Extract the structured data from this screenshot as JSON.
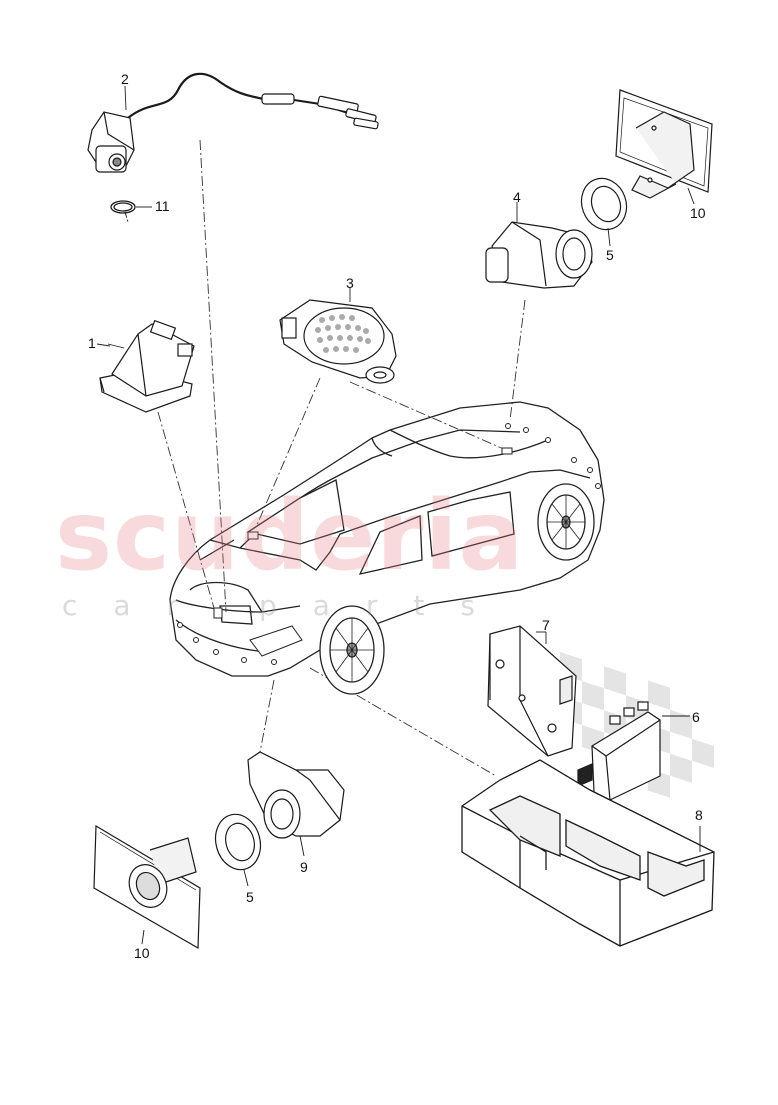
{
  "watermark": {
    "brand": "scuderia",
    "sub": "car parts"
  },
  "callouts": {
    "c1": "1",
    "c2": "2",
    "c3": "3",
    "c4": "4",
    "c5a": "5",
    "c5b": "5",
    "c6": "6",
    "c7": "7",
    "c8": "8",
    "c9": "9",
    "c10a": "10",
    "c10b": "10",
    "c11": "11"
  },
  "colors": {
    "line": "#1a1a1a",
    "fill": "#ffffff",
    "shade": "#d8d8d8",
    "watermark_red": "#e6787f",
    "watermark_grey": "#9a9a9a"
  }
}
